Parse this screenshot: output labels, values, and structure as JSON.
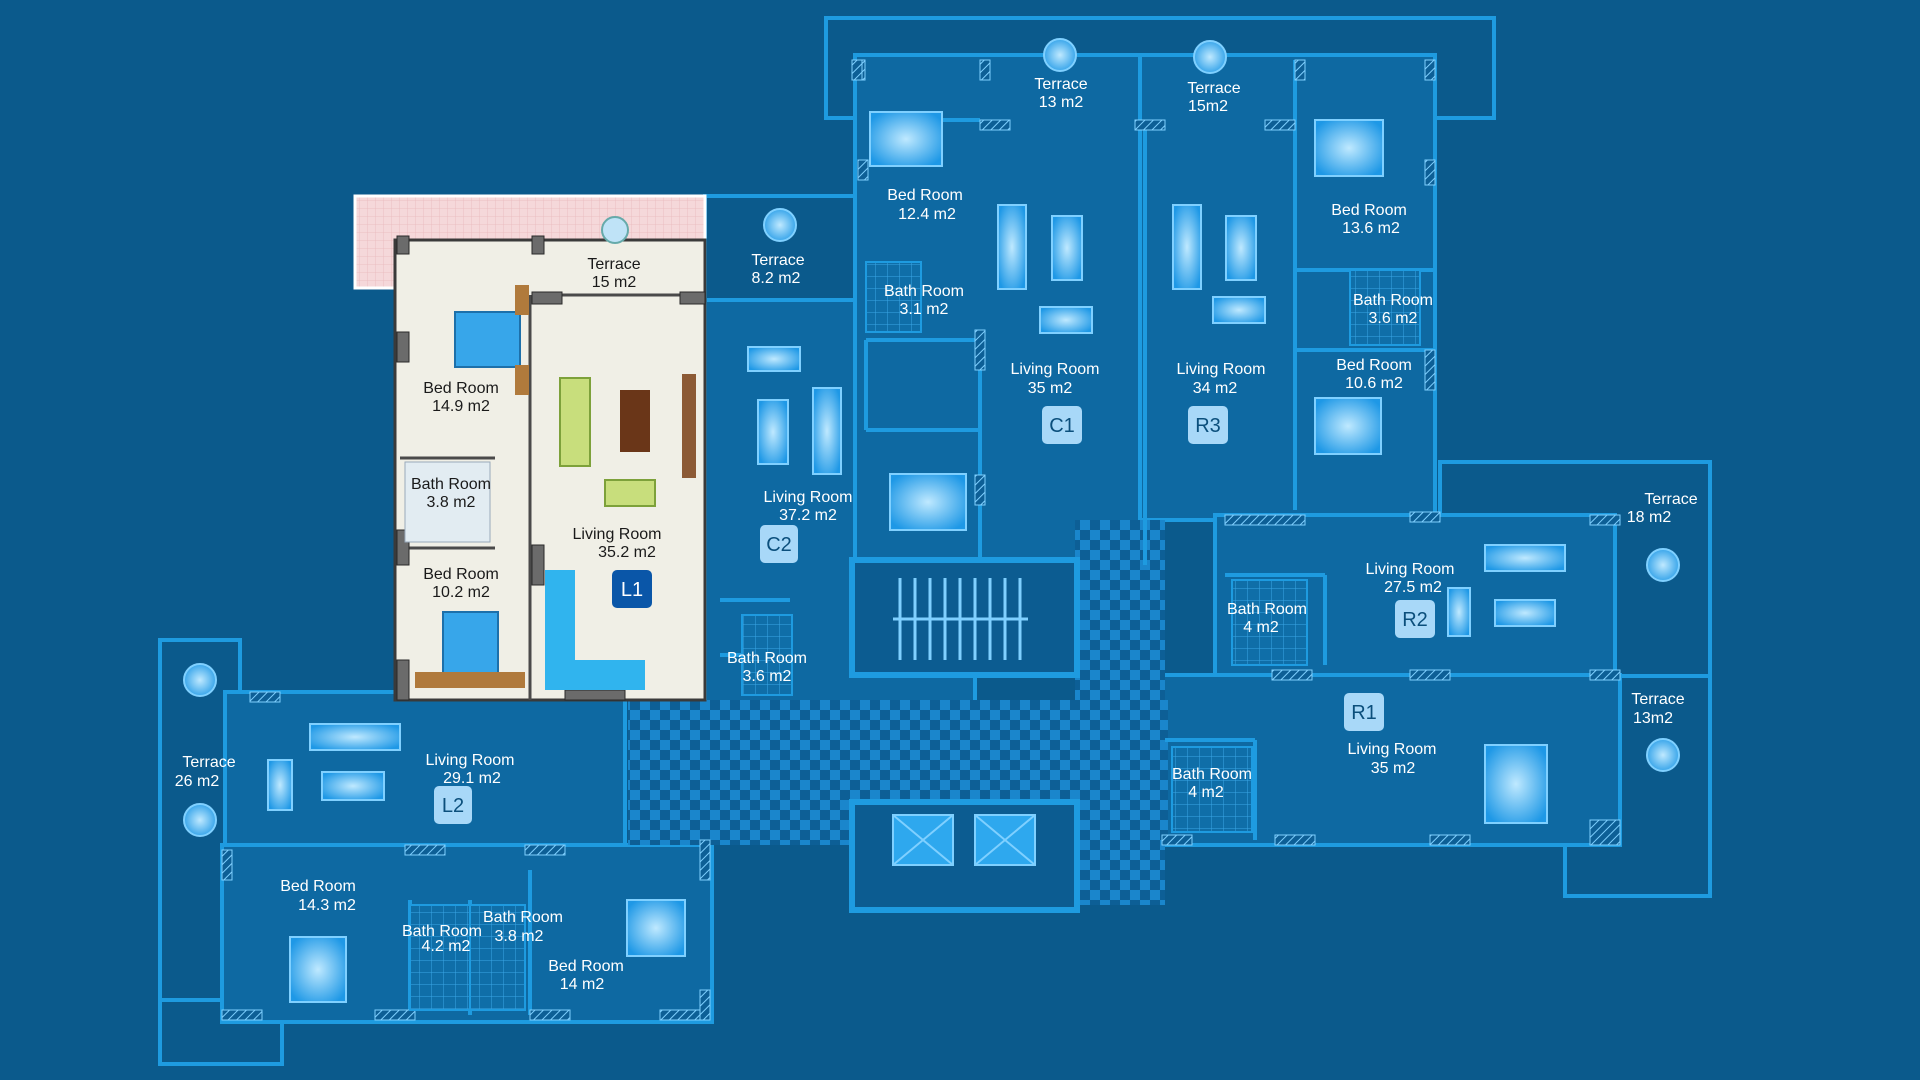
{
  "colors": {
    "background": "#0b5a8c",
    "wall": "#1e9be0",
    "room_fill": "#0e6aa3",
    "highlight_floor": "#f0efe6",
    "highlight_terrace": "#f3d3d6",
    "badge": "#0a56a8",
    "badge_light": "#a8d8f8",
    "furniture": "#33b3ff"
  },
  "units": {
    "L1": {
      "badge": "L1",
      "rooms": {
        "terrace": {
          "name": "Terrace",
          "area": "15 m2"
        },
        "bed1": {
          "name": "Bed Room",
          "area": "14.9 m2"
        },
        "bath": {
          "name": "Bath Room",
          "area": "3.8 m2"
        },
        "bed2": {
          "name": "Bed Room",
          "area": "10.2 m2"
        },
        "living": {
          "name": "Living Room",
          "area": "35.2 m2"
        }
      }
    },
    "L2": {
      "badge": "L2",
      "rooms": {
        "terrace": {
          "name": "Terrace",
          "area": "26 m2"
        },
        "living": {
          "name": "Living Room",
          "area": "29.1 m2"
        },
        "bed1": {
          "name": "Bed Room",
          "area": "14.3 m2"
        },
        "bath1": {
          "name": "Bath Room",
          "area": "4.2 m2"
        },
        "bath2": {
          "name": "Bath Room",
          "area": "3.8 m2"
        },
        "bed2": {
          "name": "Bed Room",
          "area": "14 m2"
        }
      }
    },
    "C2": {
      "badge": "C2",
      "rooms": {
        "terrace": {
          "name": "Terrace",
          "area": "8.2 m2"
        },
        "living": {
          "name": "Living Room",
          "area": "37.2 m2"
        },
        "bath": {
          "name": "Bath Room",
          "area": "3.6 m2"
        }
      }
    },
    "C1": {
      "badge": "C1",
      "rooms": {
        "terrace": {
          "name": "Terrace",
          "area": "13 m2"
        },
        "bed": {
          "name": "Bed Room",
          "area": "12.4 m2"
        },
        "bath": {
          "name": "Bath Room",
          "area": "3.1 m2"
        },
        "living": {
          "name": "Living Room",
          "area": "35  m2"
        }
      }
    },
    "R3": {
      "badge": "R3",
      "rooms": {
        "terrace": {
          "name": "Terrace",
          "area": "15m2"
        },
        "bed1": {
          "name": "Bed Room",
          "area": "13.6 m2"
        },
        "bath": {
          "name": "Bath Room",
          "area": "3.6 m2"
        },
        "bed2": {
          "name": "Bed Room",
          "area": "10.6 m2"
        },
        "living": {
          "name": "Living Room",
          "area": "34  m2"
        }
      }
    },
    "R2": {
      "badge": "R2",
      "rooms": {
        "terrace": {
          "name": "Terrace",
          "area": "18 m2"
        },
        "living": {
          "name": "Living Room",
          "area": "27.5 m2"
        },
        "bath": {
          "name": "Bath Room",
          "area": "4 m2"
        }
      }
    },
    "R1": {
      "badge": "R1",
      "rooms": {
        "terrace": {
          "name": "Terrace",
          "area": "13m2"
        },
        "living": {
          "name": "Living Room",
          "area": "35  m2"
        },
        "bath": {
          "name": "Bath Room",
          "area": "4 m2"
        }
      }
    }
  }
}
